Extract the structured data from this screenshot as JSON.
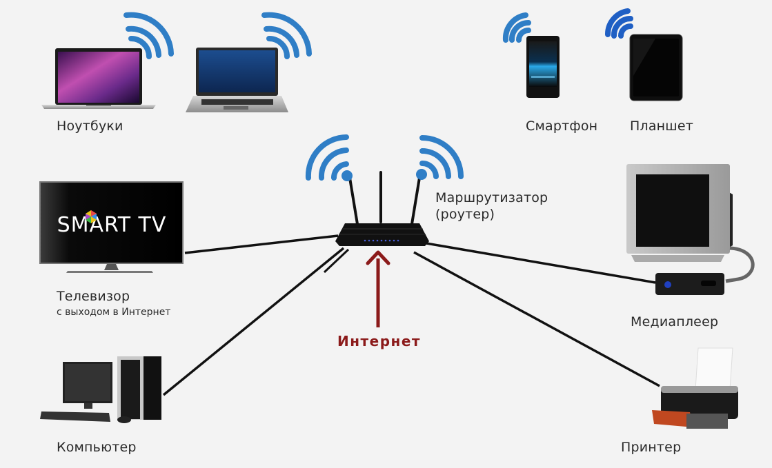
{
  "diagram": {
    "title": "Home network via router",
    "colors": {
      "background": "#f3f3f3",
      "wifi_waves": "#2f7ec6",
      "wifi_waves_dark": "#1f5fc4",
      "cables": "#111111",
      "internet_arrow": "#8b1a1a",
      "label_text": "#2a2a2a"
    },
    "center": {
      "device": "router",
      "label_line1": "Маршрутизатор",
      "label_line2": "(роутер)"
    },
    "internet": {
      "label": "Интернет",
      "direction": "into-router"
    },
    "devices": [
      {
        "id": "laptops",
        "label": "Ноутбуки",
        "connection": "wireless",
        "count": 2
      },
      {
        "id": "smartphone",
        "label": "Смартфон",
        "connection": "wireless"
      },
      {
        "id": "tablet",
        "label": "Планшет",
        "connection": "wireless"
      },
      {
        "id": "smart-tv",
        "label": "Телевизор",
        "sublabel": "с выходом в Интернет",
        "screen_text": "SMART TV",
        "connection": "wired"
      },
      {
        "id": "media-player",
        "label": "Медиаплеер",
        "connection": "wired"
      },
      {
        "id": "computer",
        "label": "Компьютер",
        "connection": "wired"
      },
      {
        "id": "printer",
        "label": "Принтер",
        "connection": "wired"
      }
    ]
  }
}
